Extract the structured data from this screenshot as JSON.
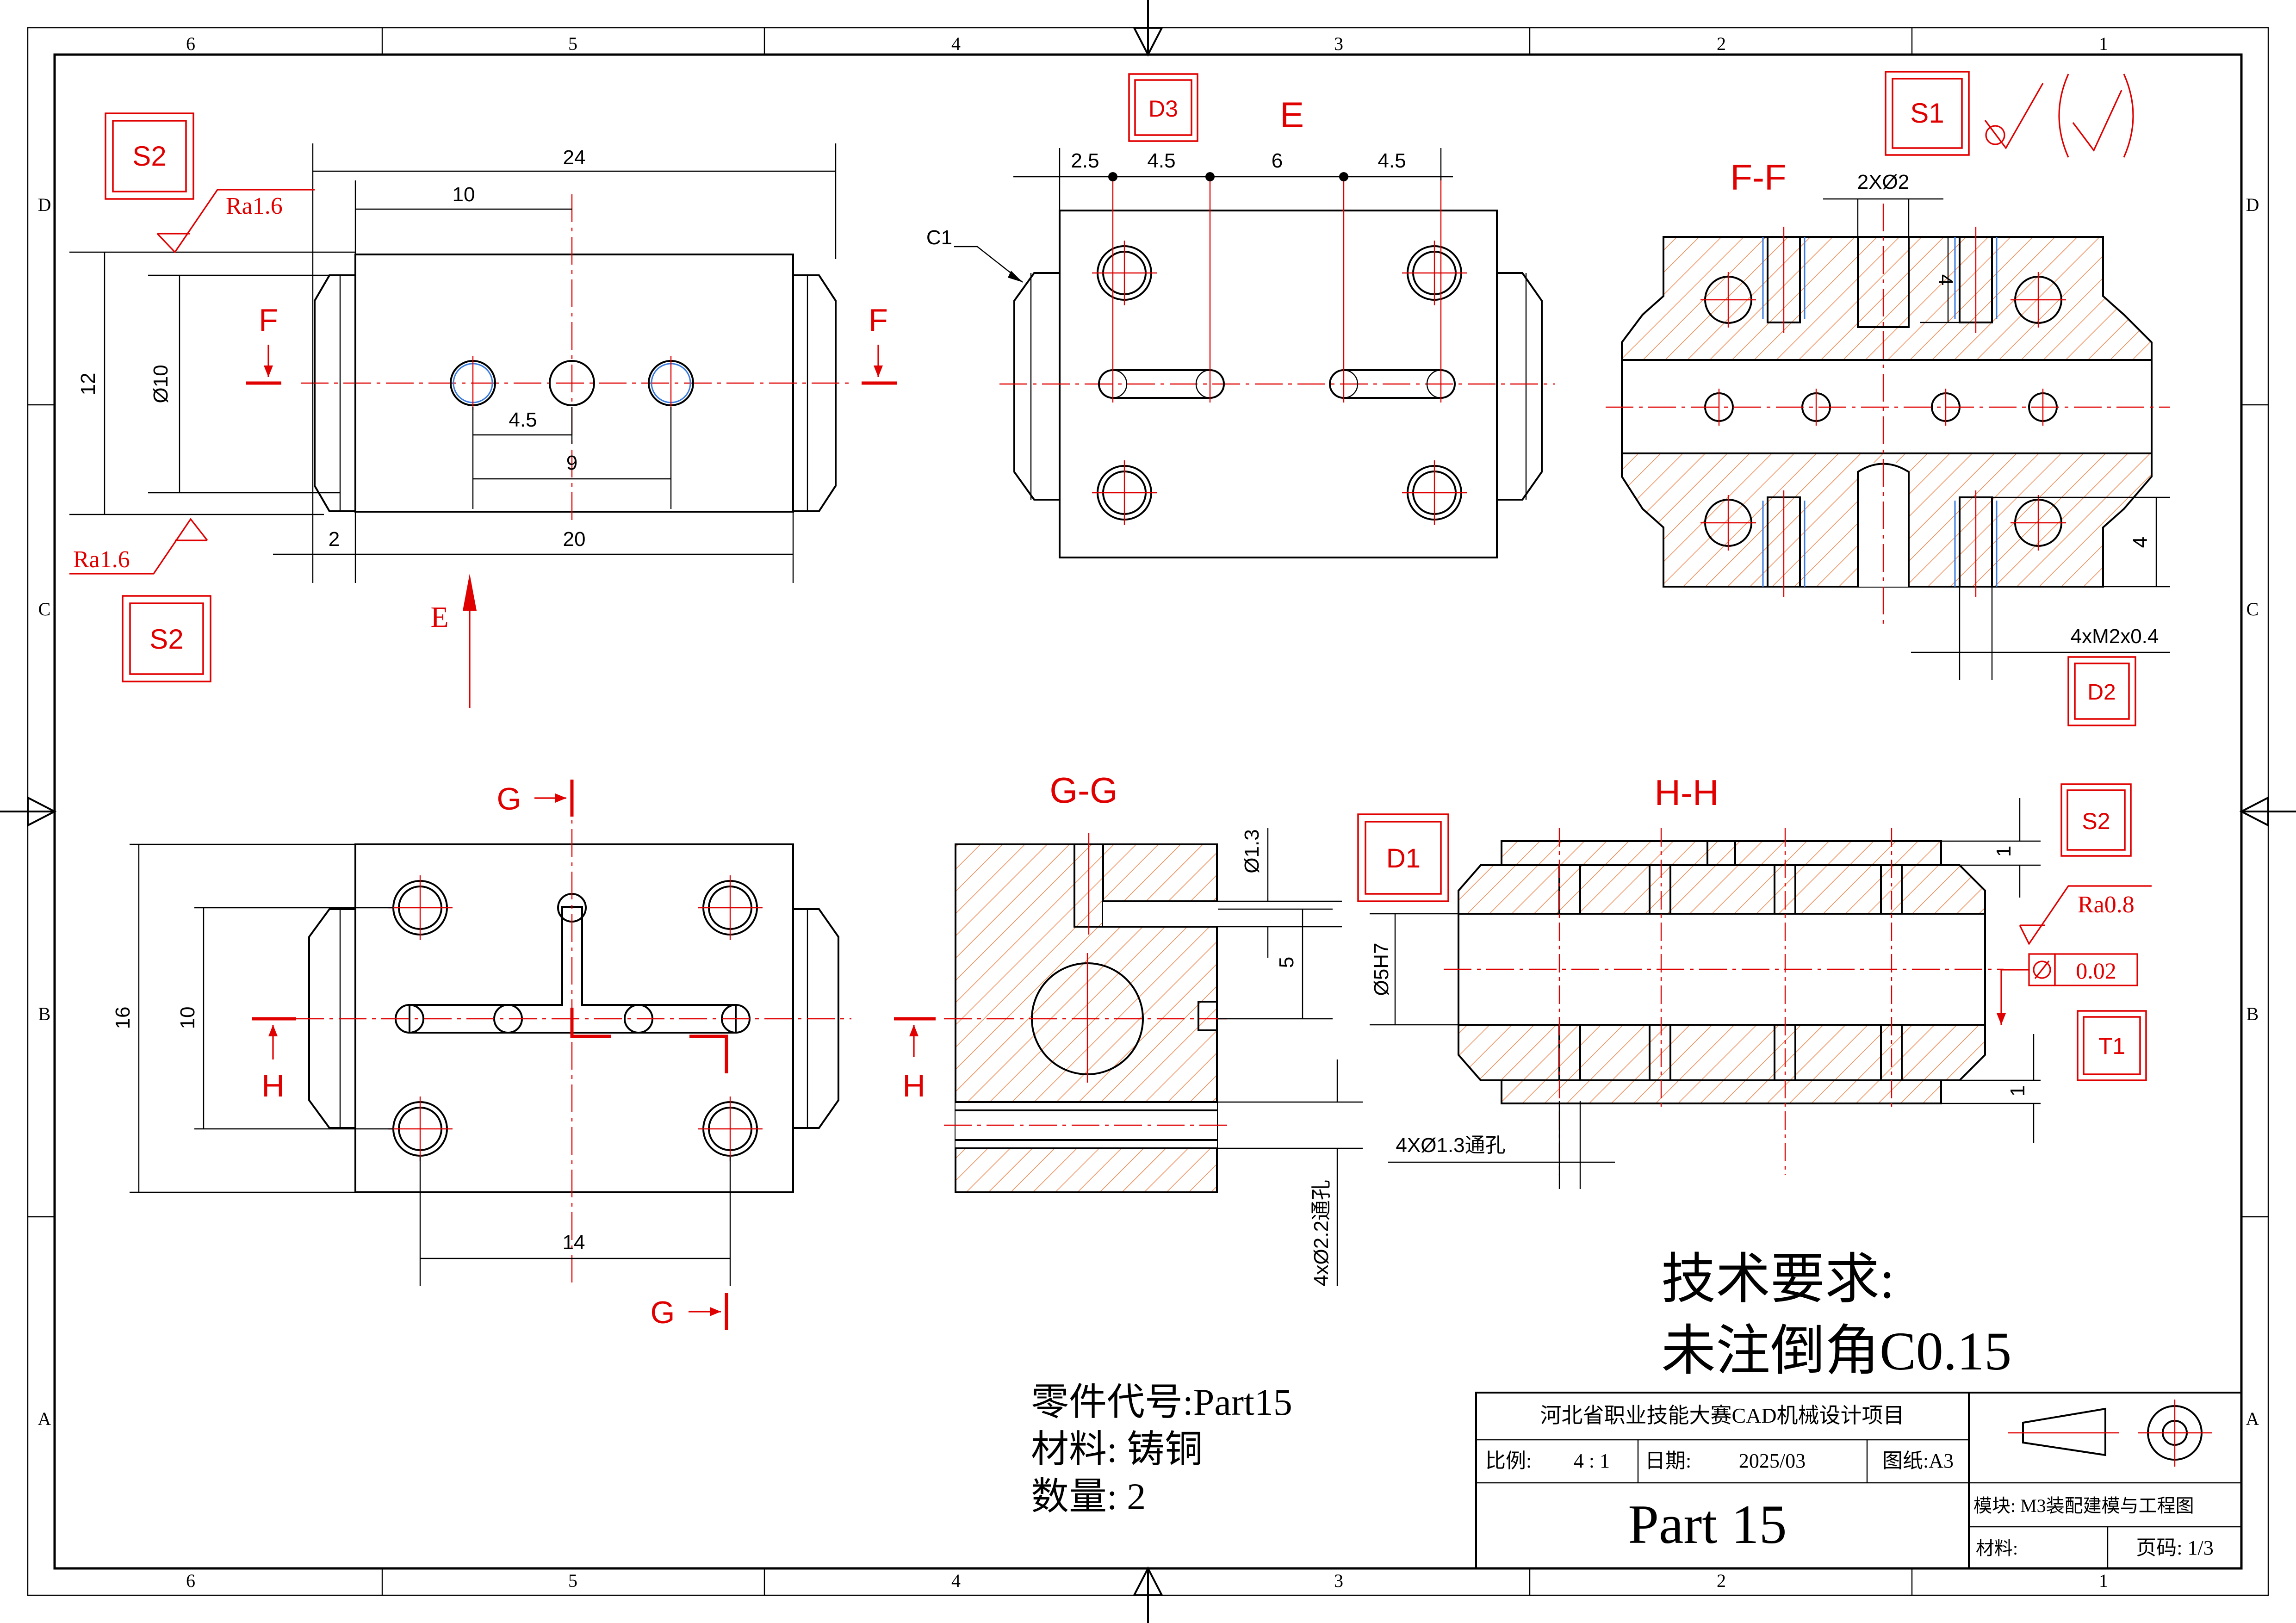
{
  "border": {
    "columns": [
      "6",
      "5",
      "4",
      "3",
      "2",
      "1"
    ],
    "rows": [
      "D",
      "C",
      "B",
      "A"
    ]
  },
  "inspection_tags": {
    "s2_top": "S2",
    "s2_left": "S2",
    "d3": "D3",
    "s1": "S1",
    "d2": "D2",
    "d1": "D1",
    "s2_right": "S2",
    "t1": "T1"
  },
  "surface_finish": {
    "ra_top": "Ra1.6",
    "ra_bottom": "Ra1.6",
    "ra_hh": "Ra0.8"
  },
  "view_labels": {
    "e": "E",
    "e_arrow": "E",
    "ff": "F-F",
    "gg": "G-G",
    "hh": "H-H",
    "f_left": "F",
    "f_right": "F",
    "g_top": "G",
    "g_bottom": "G",
    "h_left": "H",
    "h_gg": "H"
  },
  "dimensions": {
    "d24": "24",
    "d10": "10",
    "d12": "12",
    "dia10": "Ø10",
    "d4_5a": "4.5",
    "d9": "9",
    "d2": "2",
    "d20": "20",
    "e_2_5": "2.5",
    "e_4_5a": "4.5",
    "e_6": "6",
    "e_4_5b": "4.5",
    "c1": "C1",
    "ff_2x": "2XØ2",
    "ff_4a": "4",
    "ff_4b": "4",
    "ff_thread": "4xM2x0.4",
    "bv_16": "16",
    "bv_10": "10",
    "bv_14": "14",
    "gg_dia13": "Ø1.3",
    "gg_5": "5",
    "gg_holes22": "4xØ2.2通孔",
    "hh_holes13": "4XØ1.3通孔",
    "hh_dia5h7": "Ø5H7",
    "hh_1a": "1",
    "hh_1b": "1",
    "hh_tol": "0.02"
  },
  "tech": {
    "title": "技术要求:",
    "line1": "未注倒角C0.15"
  },
  "part_info": {
    "code": "零件代号:Part15",
    "material": "材料: 铸铜",
    "qty": "数量: 2"
  },
  "titleblock": {
    "project": "河北省职业技能大赛CAD机械设计项目",
    "scale_label": "比例:",
    "scale_value": "4 : 1",
    "date_label": "日期:",
    "date_value": "2025/03",
    "sheet": "图纸:A3",
    "part_name": "Part 15",
    "module": "模块: M3装配建模与工程图",
    "material_label": "材料:",
    "page": "页码: 1/3"
  }
}
